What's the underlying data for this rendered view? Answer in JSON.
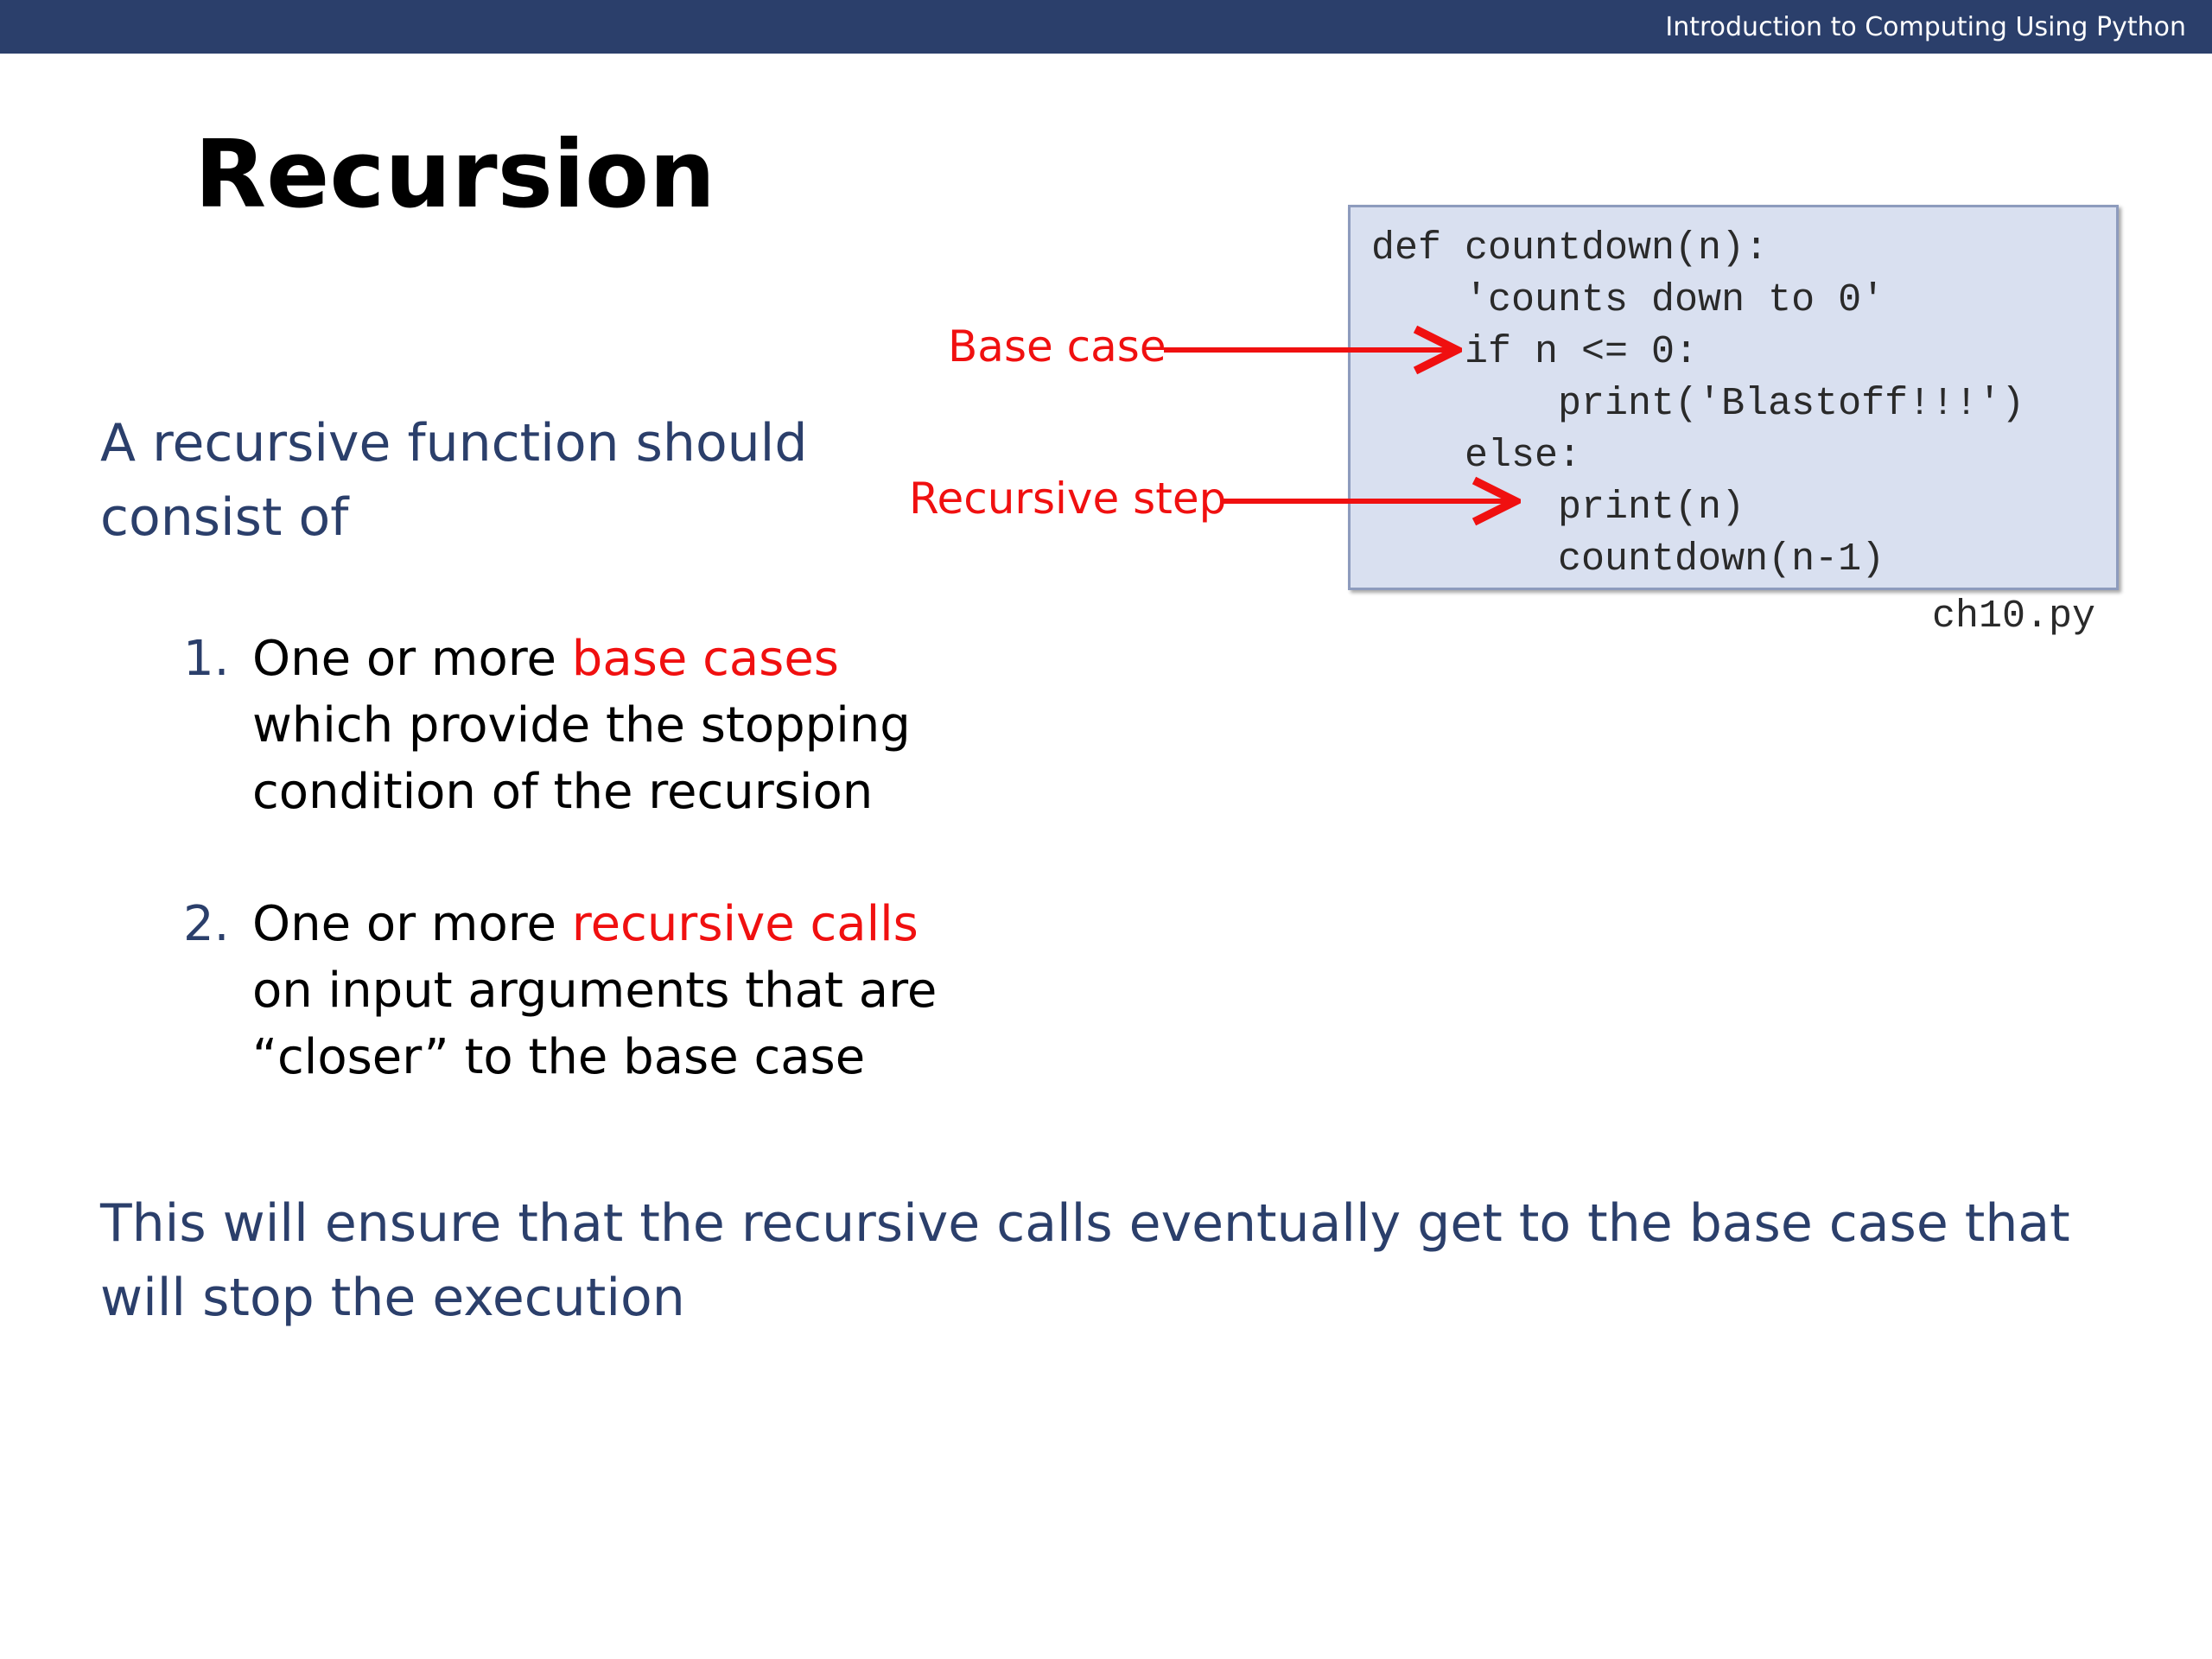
{
  "header": {
    "title": "Introduction to Computing Using Python"
  },
  "slide": {
    "title": "Recursion",
    "intro": "A recursive function should consist of",
    "items": [
      {
        "number": "1.",
        "prefix": "One or more ",
        "highlight": "base cases",
        "suffix": " which provide the stopping condition of the recursion"
      },
      {
        "number": "2.",
        "prefix": "One or more ",
        "highlight": "recursive calls",
        "suffix": " on input arguments that are “closer” to the base case"
      }
    ],
    "conclusion": "This will ensure that the recursive calls eventually get to the base case that will stop the execution"
  },
  "code": {
    "lines": [
      "def countdown(n):",
      "    'counts down to 0'",
      "    if n <= 0:",
      "        print('Blastoff!!!')",
      "    else:",
      "        print(n)",
      "        countdown(n-1)"
    ],
    "filename": "ch10.py"
  },
  "annotations": {
    "base_case": "Base case",
    "recursive_step": "Recursive step"
  },
  "colors": {
    "header": "#2b3f6b",
    "accent": "#f01010",
    "code_bg": "#d9e0f0"
  }
}
